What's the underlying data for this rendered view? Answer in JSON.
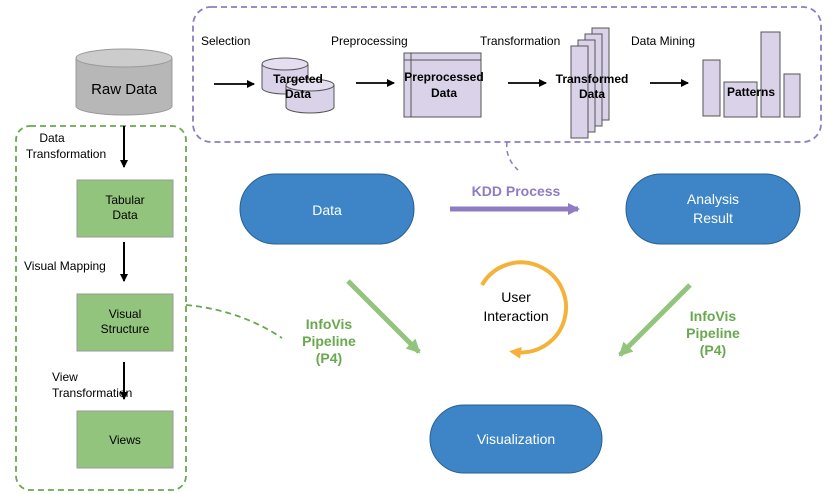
{
  "raw_data": {
    "label": "Raw Data"
  },
  "kdd_steps": {
    "selection": "Selection",
    "preprocessing": "Preprocessing",
    "transformation": "Transformation",
    "data_mining": "Data Mining",
    "targeted_line1": "Targeted",
    "targeted_line2": "Data",
    "preprocessed_line1": "Preprocessed",
    "preprocessed_line2": "Data",
    "transformed_line1": "Transformed",
    "transformed_line2": "Data",
    "patterns": "Patterns"
  },
  "pipeline": {
    "data_transformation_line1": "Data",
    "data_transformation_line2": "Transformation",
    "tabular_line1": "Tabular",
    "tabular_line2": "Data",
    "visual_mapping": "Visual Mapping",
    "visual_structure_line1": "Visual",
    "visual_structure_line2": "Structure",
    "view_transformation_line1": "View",
    "view_transformation_line2": "Transformation",
    "views": "Views"
  },
  "main": {
    "data": "Data",
    "analysis_line1": "Analysis",
    "analysis_line2": "Result",
    "visualization": "Visualization",
    "kdd_process": "KDD Process",
    "user_interaction_line1": "User",
    "user_interaction_line2": "Interaction",
    "infovis_left_line1": "InfoVis",
    "infovis_left_line2": "Pipeline",
    "infovis_left_line3": "(P4)",
    "infovis_right_line1": "InfoVis",
    "infovis_right_line2": "Pipeline",
    "infovis_right_line3": "(P4)"
  },
  "colors": {
    "blue": "#3d85c6",
    "green_box": "#93c47d",
    "green_text": "#6aa84f",
    "purple": "#8e7cc3",
    "purple_light": "#d9d2e9",
    "orange": "#f6b13b",
    "gray": "#b7b7b7"
  }
}
